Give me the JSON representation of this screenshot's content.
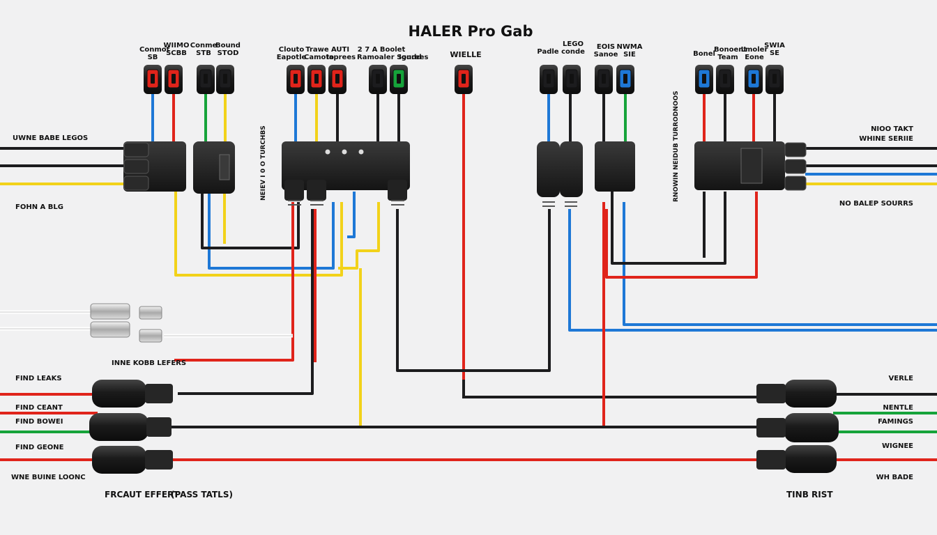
{
  "title": "HALER Pro Gab",
  "top_labels": {
    "g1a": "Conmot\nSB",
    "g1b": "WIIMO\nSCBB",
    "g1c": "Conme\nSTB",
    "g1d": "Bound\nSTOD",
    "g2a": "Clouto\nEapotle",
    "g2b": "Trawe\nCamoto",
    "g2c": "AUTI\nIaprees",
    "g2d": "2 7 A Boolet\nRamoaler Soudd",
    "g2e": "Ignrees",
    "center": "WIELLE",
    "g3a": "Padle",
    "g3b": "LEGO\nconde",
    "g3c": "EOIS\nSanoe",
    "g3d": "NWMA\nSIE",
    "g4a": "Bonel",
    "g4b": "Bonoent\nTeam",
    "g4c": "Lmoler\nEone",
    "g4d": "SWIA\nSE"
  },
  "side_labels": {
    "left_top": "UWNE BABE LEGOS",
    "left_mid": "FOHN A BLG",
    "left_fuse": "INNE KOBB LEFERS",
    "right_top1": "NIOO TAKT",
    "right_top2": "WHINE SERIIE",
    "right_mid": "NO BALEP SOURRS",
    "vert_left": "NEIEV I 0 O TURCHBS",
    "vert_right": "RNOWIN NEIDUB TURRODNOOS"
  },
  "bottom_labels": {
    "left": [
      "FIND LEAKS",
      "FIND CEANT",
      "FIND BOWEI",
      "FIND GEONE",
      "WNE BUINE LOONC"
    ],
    "right": [
      "VERLE",
      "NENTLE",
      "FAMINGS",
      "WIGNEE",
      "WH BADE"
    ],
    "footer_left": "FRCAUT EFFERT",
    "footer_mid": "(PASS TATLS)",
    "footer_right": "TINB RIST"
  },
  "colors": {
    "background": "#f1f1f2",
    "black": "#1c1c1e",
    "red": "#e0241b",
    "blue": "#1e78d6",
    "yellow": "#f2d21a",
    "green": "#16a33a",
    "white_wire": "#fafafa"
  }
}
